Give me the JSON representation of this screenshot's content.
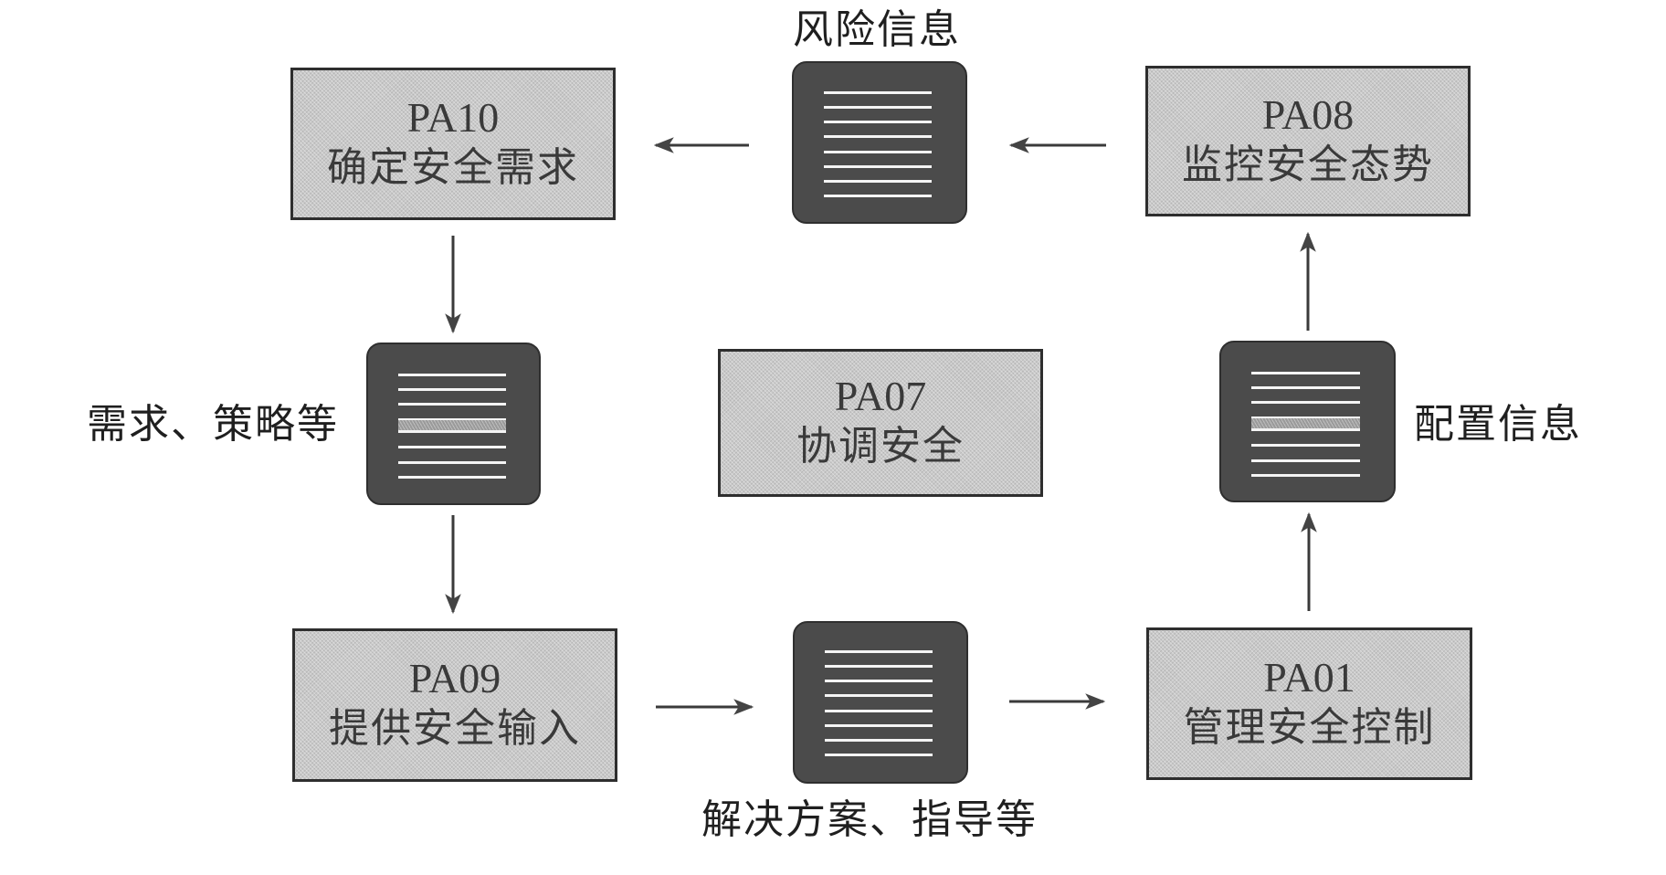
{
  "diagram": {
    "process_areas": [
      {
        "id": "pa10",
        "code": "PA10",
        "name": "确定安全需求"
      },
      {
        "id": "pa08",
        "code": "PA08",
        "name": "监控安全态势"
      },
      {
        "id": "pa07",
        "code": "PA07",
        "name": "协调安全"
      },
      {
        "id": "pa09",
        "code": "PA09",
        "name": "提供安全输入"
      },
      {
        "id": "pa01",
        "code": "PA01",
        "name": "管理安全控制"
      }
    ],
    "documents": [
      {
        "id": "doc-risk",
        "icon": "document-icon",
        "label": "风险信息",
        "highlighted_line": false
      },
      {
        "id": "doc-requirements",
        "icon": "document-icon",
        "label": "需求、策略等",
        "highlighted_line": true
      },
      {
        "id": "doc-config",
        "icon": "document-icon",
        "label": "配置信息",
        "highlighted_line": true
      },
      {
        "id": "doc-solutions",
        "icon": "document-icon",
        "label": "解决方案、指导等",
        "highlighted_line": false
      }
    ],
    "flows": [
      {
        "from": "PA08",
        "to": "风险信息"
      },
      {
        "from": "风险信息",
        "to": "PA10"
      },
      {
        "from": "PA10",
        "to": "需求、策略等"
      },
      {
        "from": "需求、策略等",
        "to": "PA09"
      },
      {
        "from": "PA09",
        "to": "解决方案、指导等"
      },
      {
        "from": "解决方案、指导等",
        "to": "PA01"
      },
      {
        "from": "PA01",
        "to": "配置信息"
      },
      {
        "from": "配置信息",
        "to": "PA08"
      }
    ],
    "colors": {
      "box_fill": "#c9c9c9",
      "box_border": "#2e2e2e",
      "document_fill": "#4b4b4b",
      "document_lines": "#f4f4f4",
      "arrow": "#3a3a3a"
    }
  }
}
